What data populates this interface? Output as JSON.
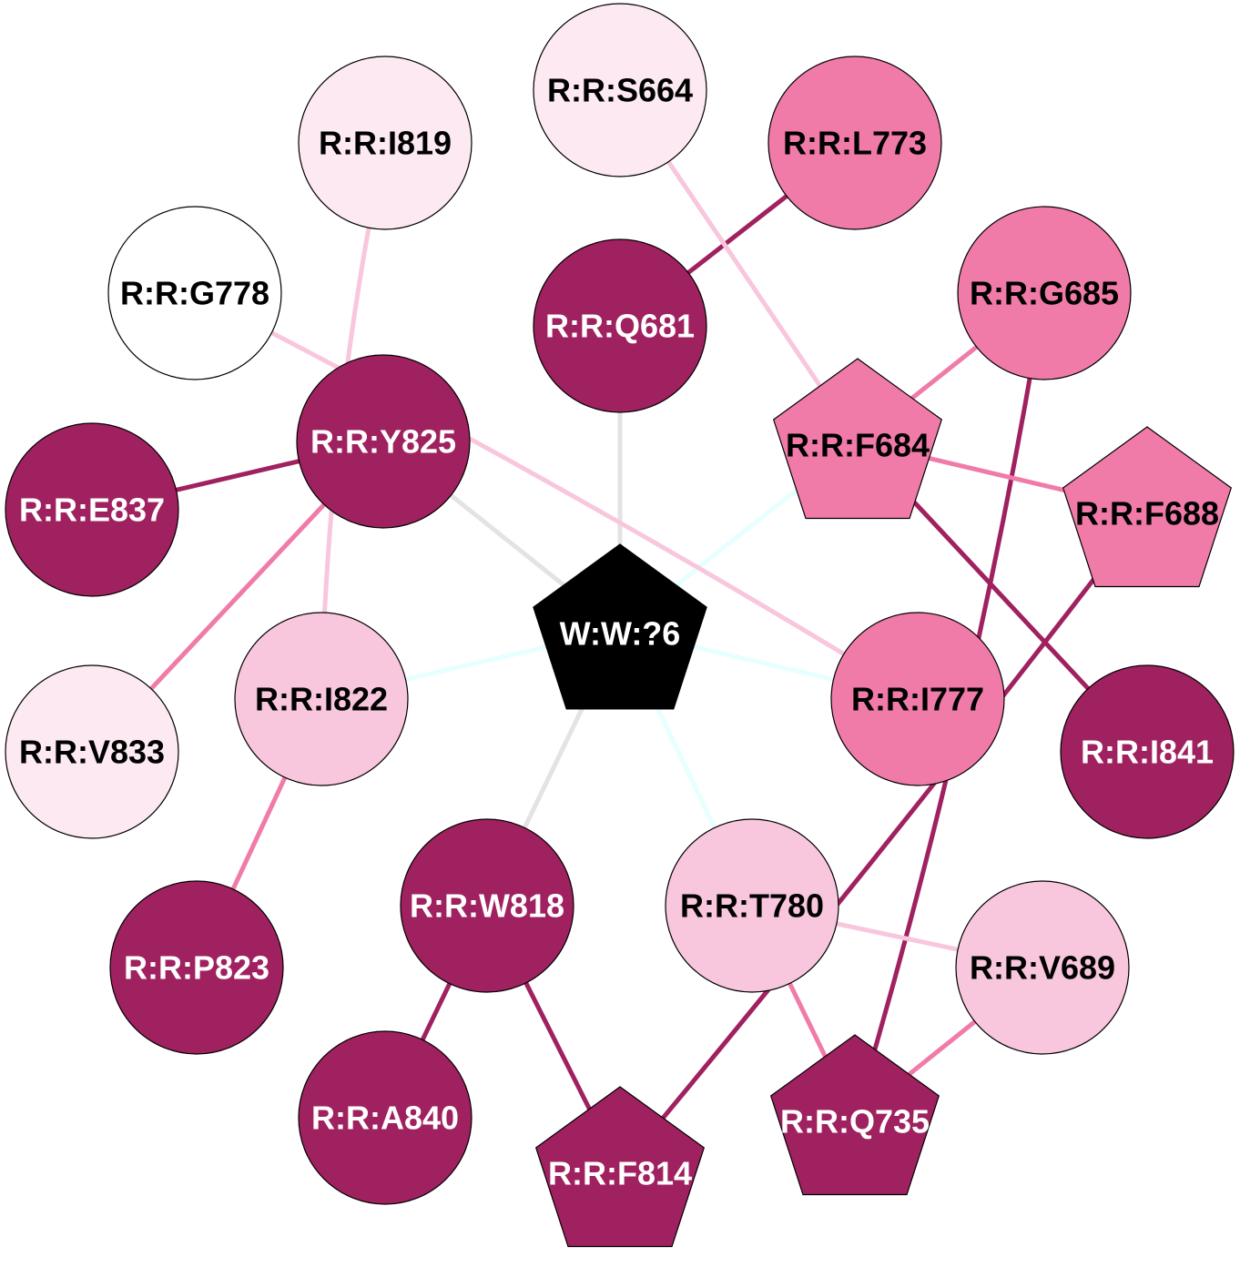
{
  "colors": {
    "dark": "#a0215f",
    "medium": "#f07ba9",
    "light": "#f8c6dd",
    "pale": "#fce9f2",
    "white": "#ffffff",
    "center": "#000000",
    "edge_gray": "#e3e3e3",
    "edge_cyan": "#e6ffff"
  },
  "nodes": [
    {
      "id": "W:W:?6",
      "shape": "pentagon",
      "fill": "center",
      "text": "light"
    },
    {
      "id": "R:R:Q681",
      "shape": "circle",
      "fill": "dark",
      "text": "light"
    },
    {
      "id": "R:R:L773",
      "shape": "circle",
      "fill": "medium",
      "text": "dark"
    },
    {
      "id": "R:R:S664",
      "shape": "circle",
      "fill": "pale",
      "text": "dark"
    },
    {
      "id": "R:R:I819",
      "shape": "circle",
      "fill": "pale",
      "text": "dark"
    },
    {
      "id": "R:R:G778",
      "shape": "circle",
      "fill": "white",
      "text": "dark"
    },
    {
      "id": "R:R:G685",
      "shape": "circle",
      "fill": "medium",
      "text": "dark"
    },
    {
      "id": "R:R:Y825",
      "shape": "circle",
      "fill": "dark",
      "text": "light"
    },
    {
      "id": "R:R:F684",
      "shape": "pentagon",
      "fill": "medium",
      "text": "dark"
    },
    {
      "id": "R:R:E837",
      "shape": "circle",
      "fill": "dark",
      "text": "light"
    },
    {
      "id": "R:R:F688",
      "shape": "pentagon",
      "fill": "medium",
      "text": "dark"
    },
    {
      "id": "R:R:I822",
      "shape": "circle",
      "fill": "light",
      "text": "dark"
    },
    {
      "id": "R:R:I777",
      "shape": "circle",
      "fill": "medium",
      "text": "dark"
    },
    {
      "id": "R:R:V833",
      "shape": "circle",
      "fill": "pale",
      "text": "dark"
    },
    {
      "id": "R:R:I841",
      "shape": "circle",
      "fill": "dark",
      "text": "light"
    },
    {
      "id": "R:R:W818",
      "shape": "circle",
      "fill": "dark",
      "text": "light"
    },
    {
      "id": "R:R:T780",
      "shape": "circle",
      "fill": "light",
      "text": "dark"
    },
    {
      "id": "R:R:P823",
      "shape": "circle",
      "fill": "dark",
      "text": "light"
    },
    {
      "id": "R:R:V689",
      "shape": "circle",
      "fill": "light",
      "text": "dark"
    },
    {
      "id": "R:R:A840",
      "shape": "circle",
      "fill": "dark",
      "text": "light"
    },
    {
      "id": "R:R:F814",
      "shape": "pentagon",
      "fill": "dark",
      "text": "light"
    },
    {
      "id": "R:R:Q735",
      "shape": "pentagon",
      "fill": "dark",
      "text": "light"
    }
  ],
  "edges": [
    {
      "from": "W:W:?6",
      "to": "R:R:Q681",
      "color": "edge_gray"
    },
    {
      "from": "W:W:?6",
      "to": "R:R:Y825",
      "color": "edge_gray"
    },
    {
      "from": "W:W:?6",
      "to": "R:R:W818",
      "color": "edge_gray"
    },
    {
      "from": "W:W:?6",
      "to": "R:R:F684",
      "color": "edge_cyan"
    },
    {
      "from": "W:W:?6",
      "to": "R:R:I822",
      "color": "edge_cyan"
    },
    {
      "from": "W:W:?6",
      "to": "R:R:I777",
      "color": "edge_cyan"
    },
    {
      "from": "W:W:?6",
      "to": "R:R:T780",
      "color": "edge_cyan"
    },
    {
      "from": "R:R:Q681",
      "to": "R:R:L773",
      "color": "dark"
    },
    {
      "from": "R:R:S664",
      "to": "R:R:F684",
      "color": "light"
    },
    {
      "from": "R:R:I819",
      "to": "R:R:I822",
      "color": "light"
    },
    {
      "from": "R:R:G778",
      "to": "R:R:I777",
      "color": "light"
    },
    {
      "from": "R:R:G685",
      "to": "R:R:F684",
      "color": "medium"
    },
    {
      "from": "R:R:G685",
      "to": "R:R:Q735",
      "color": "dark"
    },
    {
      "from": "R:R:F684",
      "to": "R:R:F688",
      "color": "medium"
    },
    {
      "from": "R:R:F684",
      "to": "R:R:I841",
      "color": "dark"
    },
    {
      "from": "R:R:Y825",
      "to": "R:R:E837",
      "color": "dark"
    },
    {
      "from": "R:R:Y825",
      "to": "R:R:V833",
      "color": "medium"
    },
    {
      "from": "R:R:F688",
      "to": "R:R:F814",
      "color": "dark"
    },
    {
      "from": "R:R:I822",
      "to": "R:R:P823",
      "color": "medium"
    },
    {
      "from": "R:R:W818",
      "to": "R:R:A840",
      "color": "dark"
    },
    {
      "from": "R:R:W818",
      "to": "R:R:F814",
      "color": "dark"
    },
    {
      "from": "R:R:T780",
      "to": "R:R:V689",
      "color": "light"
    },
    {
      "from": "R:R:T780",
      "to": "R:R:Q735",
      "color": "medium"
    },
    {
      "from": "R:R:V689",
      "to": "R:R:Q735",
      "color": "medium"
    }
  ]
}
